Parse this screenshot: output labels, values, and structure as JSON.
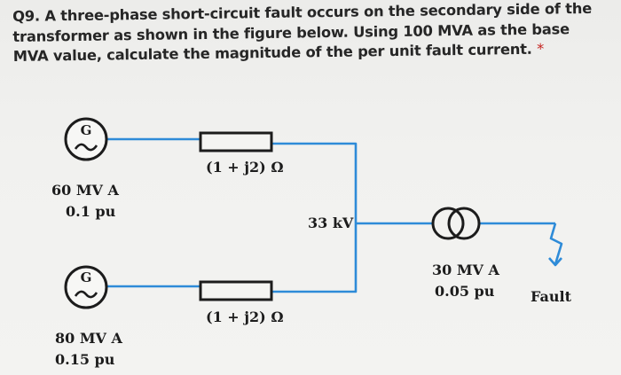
{
  "question": {
    "text": "Q9. A three-phase short-circuit fault occurs on the secondary side of the transformer as shown in the figure below. Using 100 MVA as the base MVA value, calculate the magnitude of the per unit fault current.",
    "required_mark": "*"
  },
  "diagram": {
    "generator1": {
      "symbol": "G",
      "rating": "60 MV A",
      "reactance": "0.1 pu"
    },
    "generator2": {
      "symbol": "G",
      "rating": "80 MV A",
      "reactance": "0.15 pu"
    },
    "line1_impedance": "(1 + j2) Ω",
    "line2_impedance": "(1 + j2) Ω",
    "bus_voltage": "33 kV",
    "transformer": {
      "rating": "30 MV A",
      "reactance": "0.05 pu"
    },
    "fault_label": "Fault",
    "colors": {
      "wire": "#2e8bd8",
      "ink": "#1c1c1c"
    }
  }
}
